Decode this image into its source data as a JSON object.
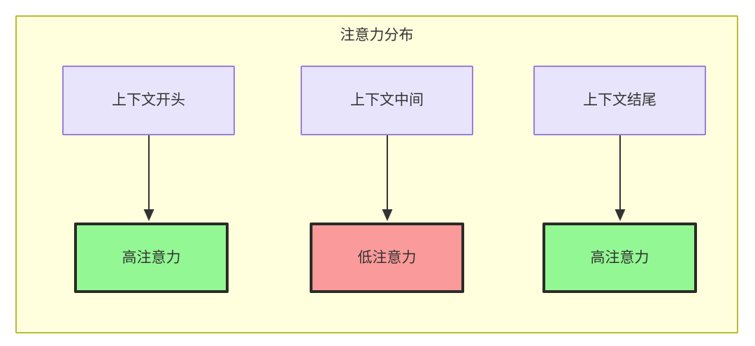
{
  "diagram": {
    "type": "flowchart",
    "title": "注意力分布",
    "container": {
      "fill": "#ffffdd",
      "stroke": "#bbbb33"
    },
    "columns": [
      {
        "id": "col-1",
        "source": {
          "id": "context-start",
          "label": "上下文开头",
          "fill": "#e8e4fb",
          "stroke": "#9a7ddb"
        },
        "outcome": {
          "id": "attention-high-start",
          "label": "高注意力",
          "fill": "#93f793",
          "stroke": "#2b2b28"
        },
        "edge": {
          "id": "edge-start",
          "from": "context-start",
          "to": "attention-high-start",
          "arrow": "triangle-down"
        }
      },
      {
        "id": "col-2",
        "source": {
          "id": "context-middle",
          "label": "上下文中间",
          "fill": "#e8e4fb",
          "stroke": "#9a7ddb"
        },
        "outcome": {
          "id": "attention-low-middle",
          "label": "低注意力",
          "fill": "#fb9a9a",
          "stroke": "#2b2b28"
        },
        "edge": {
          "id": "edge-middle",
          "from": "context-middle",
          "to": "attention-low-middle",
          "arrow": "triangle-down"
        }
      },
      {
        "id": "col-3",
        "source": {
          "id": "context-end",
          "label": "上下文结尾",
          "fill": "#e8e4fb",
          "stroke": "#9a7ddb"
        },
        "outcome": {
          "id": "attention-high-end",
          "label": "高注意力",
          "fill": "#93f793",
          "stroke": "#2b2b28"
        },
        "edge": {
          "id": "edge-end",
          "from": "context-end",
          "to": "attention-high-end",
          "arrow": "triangle-down"
        }
      }
    ]
  }
}
